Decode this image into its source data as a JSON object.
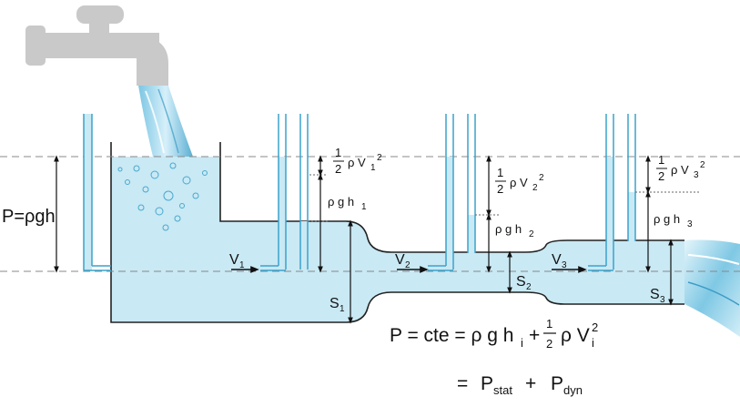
{
  "labels": {
    "hydrostatic": "P=ρgh",
    "v1": "V",
    "v1_sub": "1",
    "v2": "V",
    "v2_sub": "2",
    "v3": "V",
    "v3_sub": "3",
    "s1": "S",
    "s1_sub": "1",
    "s2": "S",
    "s2_sub": "2",
    "s3": "S",
    "s3_sub": "3",
    "tube1_dyn": "ρ V",
    "tube1_dyn_sub": "1",
    "tube1_dyn_sup": "2",
    "tube1_stat": "ρ g h",
    "tube1_stat_sub": "1",
    "tube2_dyn": "ρ V",
    "tube2_dyn_sub": "2",
    "tube2_dyn_sup": "2",
    "tube2_stat": "ρ g h",
    "tube2_stat_sub": "2",
    "tube3_dyn": "ρ V",
    "tube3_dyn_sub": "3",
    "tube3_dyn_sup": "2",
    "tube3_stat": "ρ g h",
    "tube3_stat_sub": "3",
    "half_num": "1",
    "half_den": "2"
  },
  "formula": {
    "line1_left": "P = cte = ρ g h",
    "line1_sub": "i",
    "line1_plus": "+",
    "line1_rho": "ρ V",
    "line1_sub2": "i",
    "line1_sup": "2",
    "line2_eq": "=",
    "p_stat": "P",
    "p_stat_sub": "stat",
    "plus": "+",
    "p_dyn": "P",
    "p_dyn_sub": "dyn"
  },
  "colors": {
    "water": "#c9e9f4",
    "water_dark": "#5fb7d8",
    "outline": "#222222",
    "faucet": "#c9c9c9",
    "tube": "#3aa3cc",
    "dash": "#888888"
  },
  "icons": {
    "faucet": "faucet-icon",
    "stream": "water-stream-icon",
    "outflow": "water-outflow-icon"
  }
}
